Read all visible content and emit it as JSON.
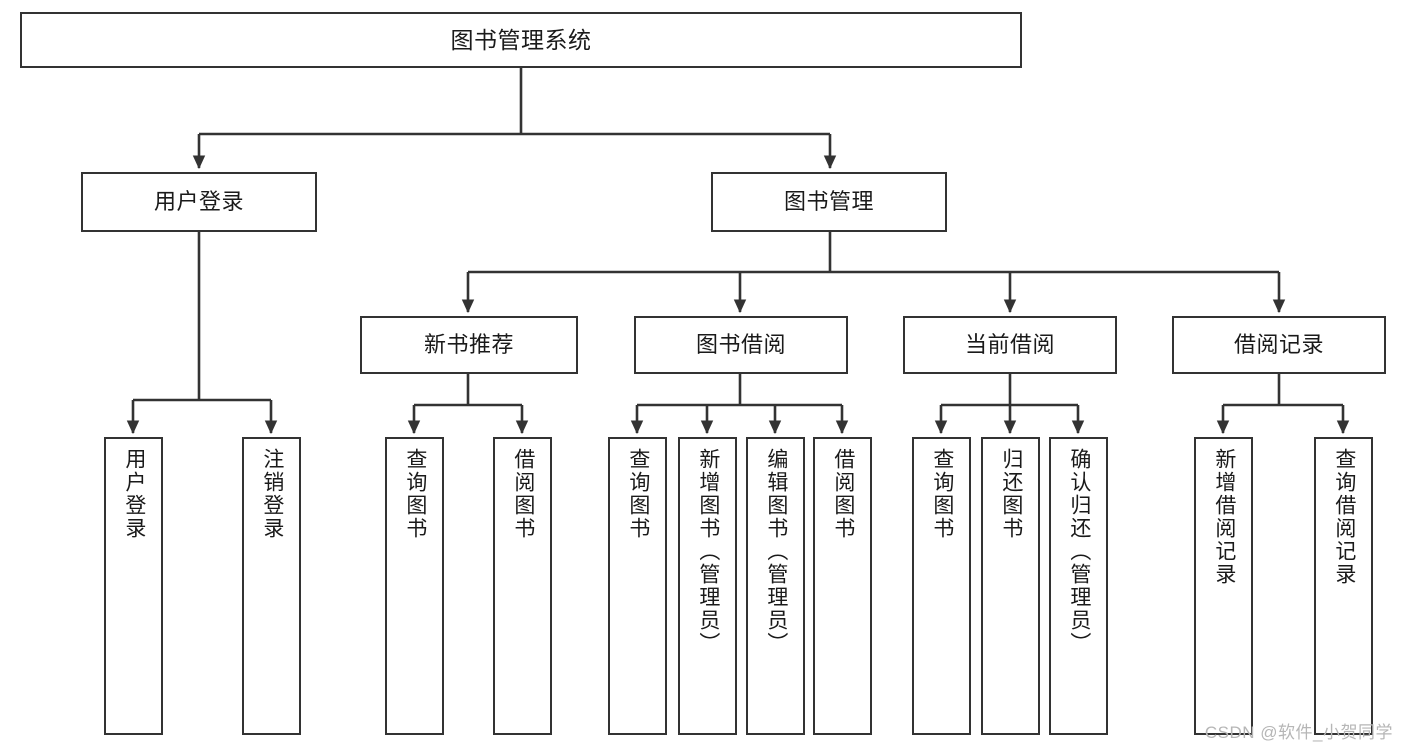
{
  "diagram": {
    "title": "图书管理系统",
    "type": "tree-hierarchy-chart",
    "orientation": "top-down",
    "colors": {
      "box_border": "#333333",
      "box_fill": "#ffffff",
      "connector": "#333333",
      "text": "#1a1a1a",
      "watermark": "#b6b6b6"
    }
  },
  "root": {
    "label": "图书管理系统"
  },
  "level2": [
    {
      "label": "用户登录"
    },
    {
      "label": "图书管理"
    }
  ],
  "level3": [
    {
      "label": "新书推荐"
    },
    {
      "label": "图书借阅"
    },
    {
      "label": "当前借阅"
    },
    {
      "label": "借阅记录"
    }
  ],
  "leaves": {
    "user_login": [
      {
        "label": "用户登录"
      },
      {
        "label": "注销登录"
      }
    ],
    "new_book_recommend": [
      {
        "label": "查询图书"
      },
      {
        "label": "借阅图书"
      }
    ],
    "book_borrow": [
      {
        "label": "查询图书"
      },
      {
        "label": "新增图书（管理员）"
      },
      {
        "label": "编辑图书（管理员）"
      },
      {
        "label": "借阅图书"
      }
    ],
    "current_borrow": [
      {
        "label": "查询图书"
      },
      {
        "label": "归还图书"
      },
      {
        "label": "确认归还（管理员）"
      }
    ],
    "borrow_record": [
      {
        "label": "新增借阅记录"
      },
      {
        "label": "查询借阅记录"
      }
    ]
  },
  "watermark": {
    "text": "CSDN @软件_小贺同学"
  }
}
